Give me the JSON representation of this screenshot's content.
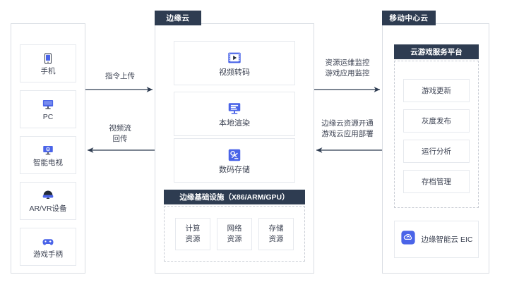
{
  "diagram": {
    "title_hidden": "",
    "colors": {
      "header_navy": "#2e3c51",
      "icon_blue": "#4a64e8",
      "card_border": "#e6e9ee",
      "panel_border": "#d9dde3",
      "dashed_border": "#c8ccd4",
      "arrow": "#2e3c51",
      "text": "#3c4252"
    }
  },
  "left_panel": {
    "devices": [
      {
        "label": "手机",
        "icon": "mobile-phone-icon"
      },
      {
        "label": "PC",
        "icon": "desktop-monitor-icon"
      },
      {
        "label": "智能电视",
        "icon": "smart-tv-icon"
      },
      {
        "label": "AR/VR设备",
        "icon": "vr-headset-icon"
      },
      {
        "label": "游戏手柄",
        "icon": "gamepad-icon"
      }
    ]
  },
  "mid_panel": {
    "tab_label": "边缘云",
    "services": [
      {
        "label": "视频转码",
        "icon": "video-transcode-icon"
      },
      {
        "label": "本地渲染",
        "icon": "local-render-icon"
      },
      {
        "label": "数码存储",
        "icon": "digital-storage-icon"
      }
    ],
    "infrastructure": {
      "header": "边缘基础设施（X86/ARM/GPU）",
      "resources": [
        {
          "line1": "计算",
          "line2": "资源"
        },
        {
          "line1": "网络",
          "line2": "资源"
        },
        {
          "line1": "存储",
          "line2": "资源"
        }
      ]
    }
  },
  "right_panel": {
    "tab_label": "移动中心云",
    "platform": {
      "header": "云游戏服务平台",
      "items": [
        {
          "label": "游戏更新"
        },
        {
          "label": "灰度发布"
        },
        {
          "label": "运行分析"
        },
        {
          "label": "存档管理"
        }
      ]
    },
    "eic": {
      "label": "边缘智能云 EIC",
      "icon": "eic-cloud-icon"
    }
  },
  "arrows": [
    {
      "name": "instruction-upload",
      "line1": "指令上传",
      "line2": "",
      "direction": "right"
    },
    {
      "name": "video-stream-return",
      "line1": "视频流",
      "line2": "回传",
      "direction": "left"
    },
    {
      "name": "ops-monitoring",
      "line1": "资源运维监控",
      "line2": "游戏应用监控",
      "direction": "right"
    },
    {
      "name": "resource-provision",
      "line1": "边缘云资源开通",
      "line2": "游戏云应用部署",
      "direction": "left"
    }
  ]
}
